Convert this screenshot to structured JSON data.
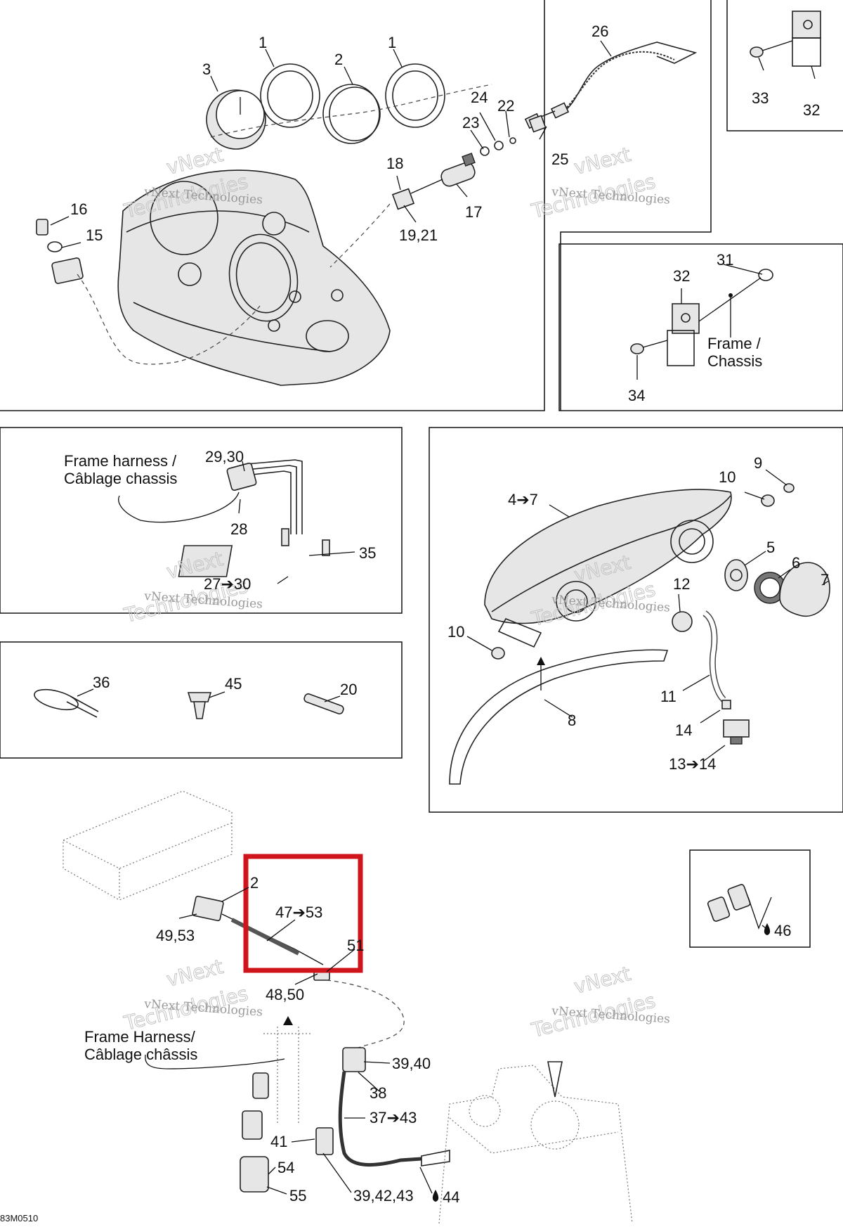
{
  "diagram": {
    "image_code": "83M0510",
    "callouts_top": [
      "3",
      "1",
      "2",
      "1",
      "26",
      "24",
      "22",
      "23",
      "25",
      "18",
      "17",
      "16",
      "15",
      "19,21",
      "33",
      "32"
    ],
    "callouts_frame": [
      "31",
      "32",
      "34"
    ],
    "frame_note": [
      "Frame /",
      "Chassis"
    ],
    "harness_note": [
      "Frame harness /",
      "Câblage chassis"
    ],
    "callouts_harness": [
      "29,30",
      "28",
      "35",
      "27➔30"
    ],
    "callouts_small": [
      "36",
      "45",
      "20"
    ],
    "callouts_headlight": [
      "9",
      "10",
      "4➔7",
      "5",
      "6",
      "7",
      "12",
      "10",
      "11",
      "8",
      "14",
      "13➔14"
    ],
    "callouts_bottom": [
      "2",
      "47➔53",
      "49,53",
      "51",
      "48,50",
      "39,40",
      "38",
      "37➔43",
      "41",
      "54",
      "55",
      "39,42,43"
    ],
    "drop_labels": [
      "46",
      "44"
    ],
    "harness_note_2": [
      "Frame Harness/",
      "Câblage châssis"
    ],
    "watermark": {
      "line1": "vNext Technologies",
      "line2": "vNext",
      "line3": "Technologies"
    },
    "highlight_color": "#d0141c"
  }
}
